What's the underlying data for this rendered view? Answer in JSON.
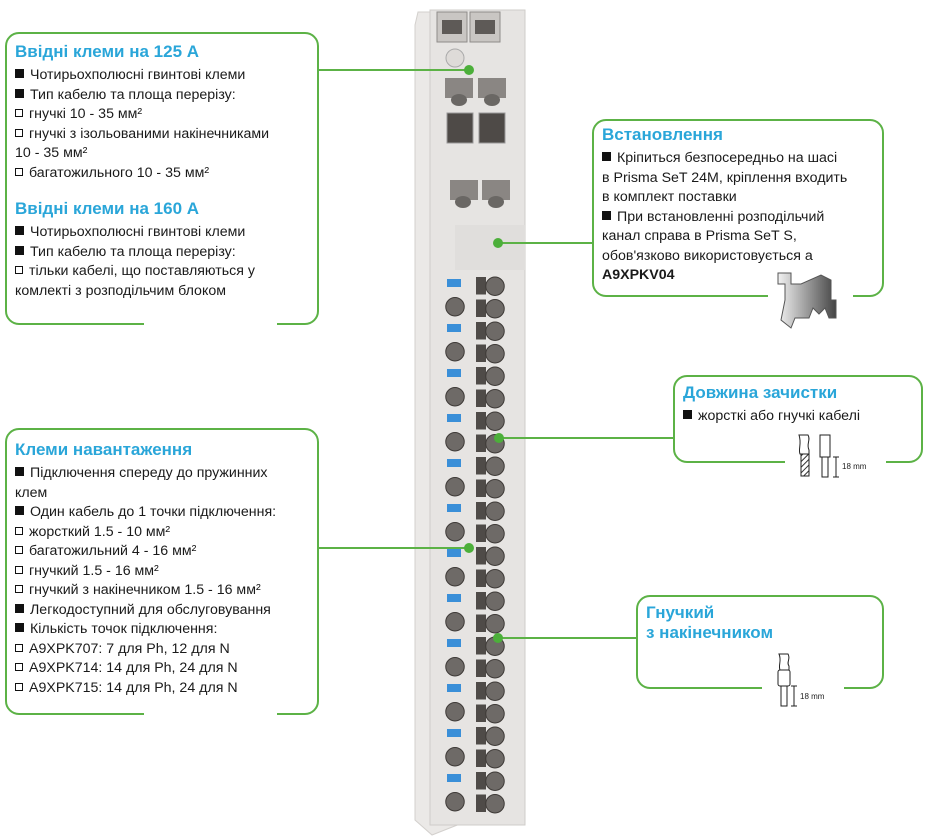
{
  "callouts": {
    "input_terminals": {
      "title_125": "Ввідні клеми на 125 А",
      "items_125": [
        {
          "type": "bullet",
          "text": "Чотирьохполюсні гвинтові клеми"
        },
        {
          "type": "bullet",
          "text": "Тип кабелю та площа перерізу:"
        },
        {
          "type": "sub",
          "text": "гнучкі 10 - 35 мм²"
        },
        {
          "type": "sub",
          "text": "гнучкі з ізольованими накінечниками"
        },
        {
          "type": "cont",
          "text": "10 - 35 мм²"
        },
        {
          "type": "sub",
          "text": "багатожильного 10 - 35 мм²"
        }
      ],
      "title_160": "Ввідні клеми на 160 А",
      "items_160": [
        {
          "type": "bullet",
          "text": "Чотирьохполюсні гвинтові клеми"
        },
        {
          "type": "bullet",
          "text": "Тип кабелю та площа перерізу:"
        },
        {
          "type": "sub",
          "text": "тільки кабелі, що поставляються у"
        },
        {
          "type": "cont",
          "text": "комлекті з розподільчим блоком"
        }
      ]
    },
    "load_terminals": {
      "title": "Клеми навантаження",
      "items": [
        {
          "type": "bullet",
          "text": "Підключення спереду до пружинних"
        },
        {
          "type": "cont",
          "text": "клем"
        },
        {
          "type": "bullet",
          "text": "Один кабель до 1 точки підключення:"
        },
        {
          "type": "sub",
          "text": "жорсткий 1.5 - 10 мм²"
        },
        {
          "type": "sub",
          "text": "багатожильний 4 - 16 мм²"
        },
        {
          "type": "sub",
          "text": "гнучкий 1.5 - 16 мм²"
        },
        {
          "type": "sub",
          "text": "гнучкий з накінечником 1.5 - 16 мм²"
        },
        {
          "type": "bullet",
          "text": "Легкодоступний для обслуговування"
        },
        {
          "type": "bullet",
          "text": "Кількість точок підключення:"
        },
        {
          "type": "sub",
          "text": "A9XPK707: 7 для Ph, 12 для N"
        },
        {
          "type": "sub",
          "text": "A9XPK714: 14 для Ph, 24 для N"
        },
        {
          "type": "sub",
          "text": "A9XPK715: 14 для Ph, 24 для N"
        }
      ]
    },
    "installation": {
      "title": "Встановлення",
      "items": [
        {
          "type": "bullet",
          "text": "Кріпиться безпосередньо на шасі"
        },
        {
          "type": "cont",
          "text": "в Prisma SeT 24M, кріплення входить"
        },
        {
          "type": "cont",
          "text": "в комплект поставки"
        },
        {
          "type": "bullet",
          "text": "При встановленні розподільчий"
        },
        {
          "type": "cont",
          "text": "канал справа в Prisma SeT S,"
        },
        {
          "type": "cont",
          "text": "обов'язково використовується а"
        },
        {
          "type": "bold",
          "text": "A9XPKV04"
        }
      ]
    },
    "strip_length": {
      "title": "Довжина зачистки",
      "items": [
        {
          "type": "bullet",
          "text": "жорсткі або гнучкі кабелі"
        }
      ],
      "measure": "18 mm"
    },
    "flexible_ferrule": {
      "title_line1": "Гнучкий",
      "title_line2": "з накінечником",
      "measure": "18 mm"
    }
  },
  "colors": {
    "accent_title": "#2aa6d9",
    "border_green": "#5cb246",
    "terminal_blue": "#3a8fd8",
    "device_body": "#e4e2e0"
  },
  "device": {
    "terminal_rows": 24
  }
}
